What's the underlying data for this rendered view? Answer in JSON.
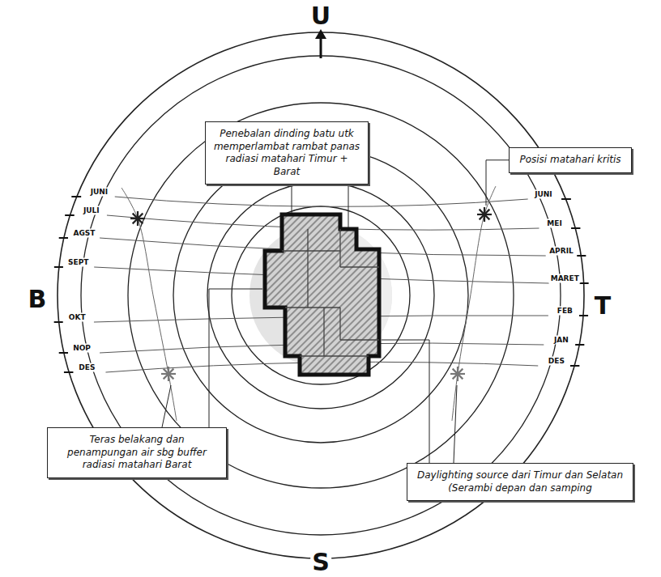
{
  "diagram": {
    "nodes": [
      {
        "text": [
          "Penebalan dinding batu utk memperlambat rambat panas radiasi matahari Timur + Barat"
        ]
      },
      {
        "text": [
          "Posisi matahari kritis"
        ]
      },
      {
        "text": [
          "Teras belakang dan penampungan air sbg buffer radiasi matahari Barat"
        ]
      },
      {
        "text": [
          "Daylighting source dari Timur dan Selatan (Serambi depan dan samping"
        ]
      }
    ],
    "labels": [
      "U",
      "B",
      "T",
      "S",
      "JUNI",
      "JULI",
      "AGST",
      "SEPT",
      "OKT",
      "NOP",
      "DES",
      "JUNI",
      "MEI",
      "APRIL",
      "MARET",
      "FEB",
      "JAN",
      "DES"
    ]
  }
}
